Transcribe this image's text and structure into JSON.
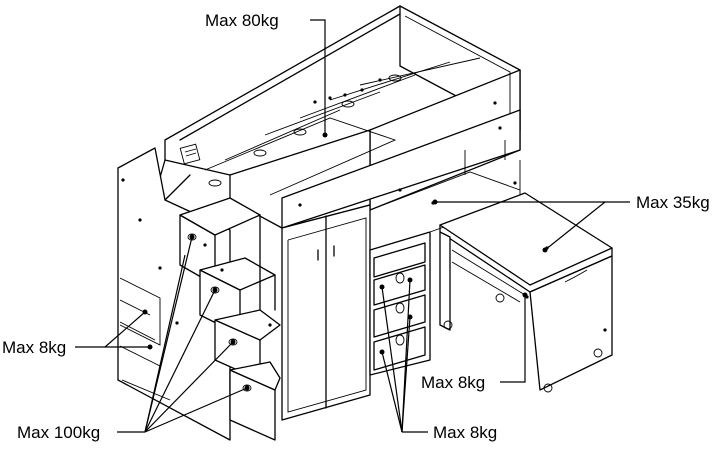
{
  "diagram": {
    "labels": {
      "bed_load": "Max 80kg",
      "desk_load": "Max 35kg",
      "shelf_load": "Max 8kg",
      "stairs_load": "Max 100kg",
      "desk_shelf_load": "Max 8kg",
      "drawer_load": "Max 8kg"
    }
  }
}
